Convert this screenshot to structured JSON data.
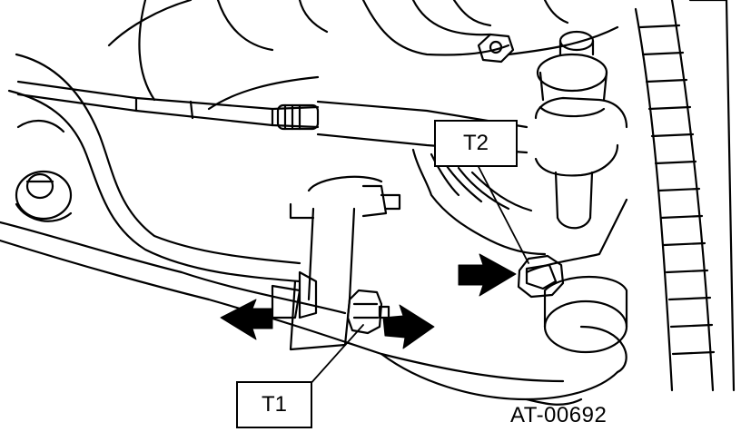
{
  "callouts": {
    "t1": "T1",
    "t2": "T2"
  },
  "figure_id": "AT-00692",
  "colors": {
    "ink": "#000000",
    "paper": "#ffffff"
  }
}
